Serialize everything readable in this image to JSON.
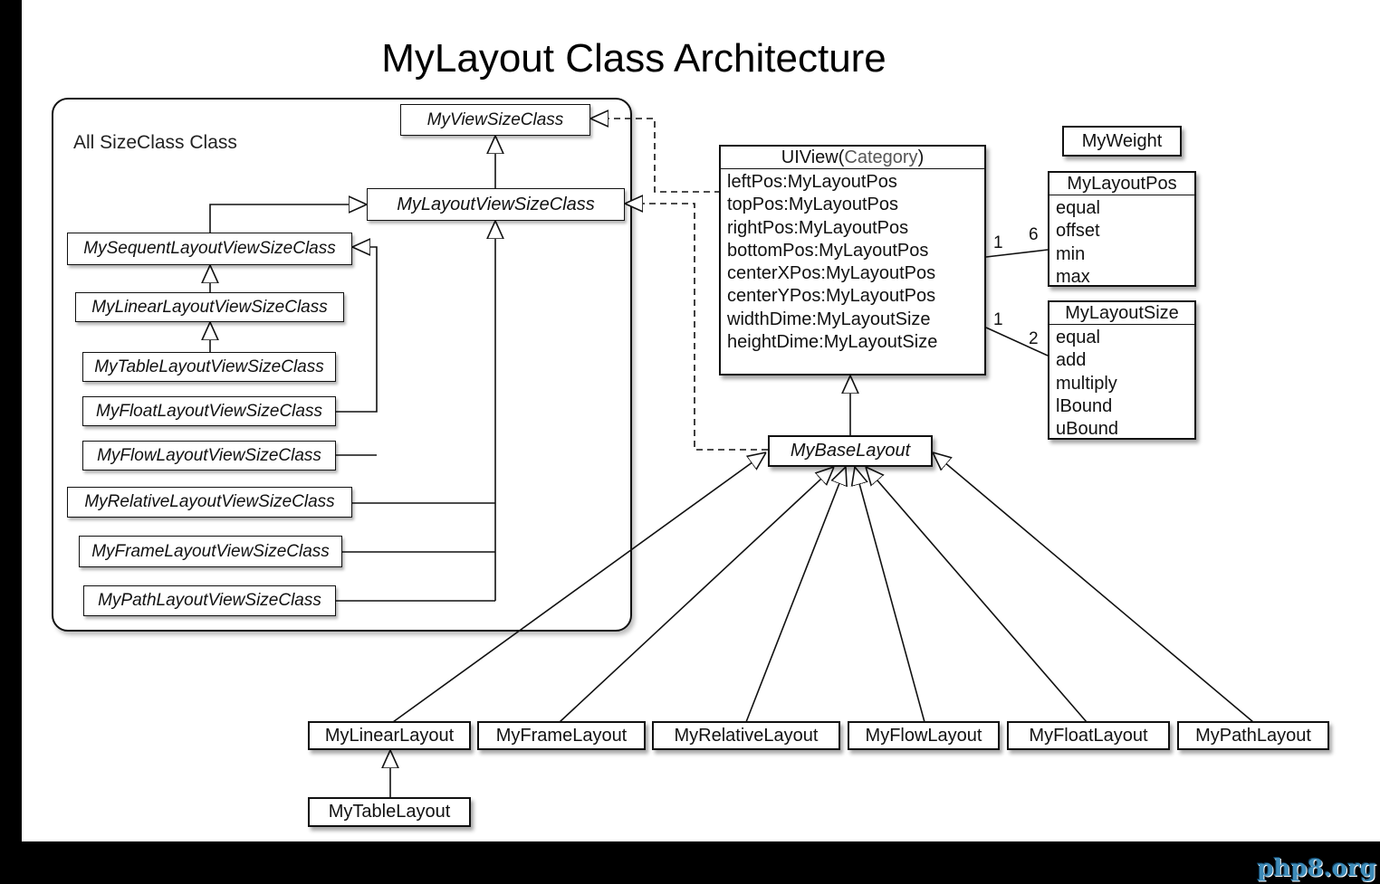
{
  "title": "MyLayout Class Architecture",
  "group_label": "All SizeClass Class",
  "sizeclass": {
    "view": "MyViewSizeClass",
    "layout": "MyLayoutViewSizeClass",
    "sequent": "MySequentLayoutViewSizeClass",
    "linear": "MyLinearLayoutViewSizeClass",
    "table": "MyTableLayoutViewSizeClass",
    "float": "MyFloatLayoutViewSizeClass",
    "flow": "MyFlowLayoutViewSizeClass",
    "relative": "MyRelativeLayoutViewSizeClass",
    "frame": "MyFrameLayoutViewSizeClass",
    "path": "MyPathLayoutViewSizeClass"
  },
  "uiview": {
    "name": "UIView(",
    "category": "Category",
    "close": ")",
    "props": [
      "leftPos:MyLayoutPos",
      "topPos:MyLayoutPos",
      "rightPos:MyLayoutPos",
      "bottomPos:MyLayoutPos",
      "centerXPos:MyLayoutPos",
      "centerYPos:MyLayoutPos",
      "widthDime:MyLayoutSize",
      "heightDime:MyLayoutSize"
    ]
  },
  "myweight": "MyWeight",
  "layoutpos": {
    "name": "MyLayoutPos",
    "props": [
      "equal",
      "offset",
      "min",
      "max"
    ]
  },
  "layoutsize": {
    "name": "MyLayoutSize",
    "props": [
      "equal",
      "add",
      "multiply",
      "lBound",
      "uBound"
    ]
  },
  "multiplicity": {
    "pos_one": "1",
    "pos_many": "6",
    "size_one": "1",
    "size_many": "2"
  },
  "base": "MyBaseLayout",
  "layouts": {
    "linear": "MyLinearLayout",
    "frame": "MyFrameLayout",
    "relative": "MyRelativeLayout",
    "flow": "MyFlowLayout",
    "float": "MyFloatLayout",
    "path": "MyPathLayout",
    "table": "MyTableLayout"
  },
  "watermark": "php8.org"
}
